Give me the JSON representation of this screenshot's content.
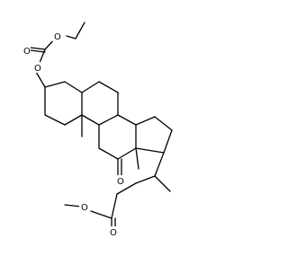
{
  "diagram": {
    "atoms": [
      {
        "id": "o_ether_top",
        "label": "O"
      },
      {
        "id": "o_carbonyl_carbonate",
        "label": "O"
      },
      {
        "id": "o_ester_ring",
        "label": "O"
      },
      {
        "id": "o_ketone",
        "label": "O"
      },
      {
        "id": "o_methoxy",
        "label": "O"
      },
      {
        "id": "o_carbonyl_ester",
        "label": "O"
      }
    ]
  }
}
